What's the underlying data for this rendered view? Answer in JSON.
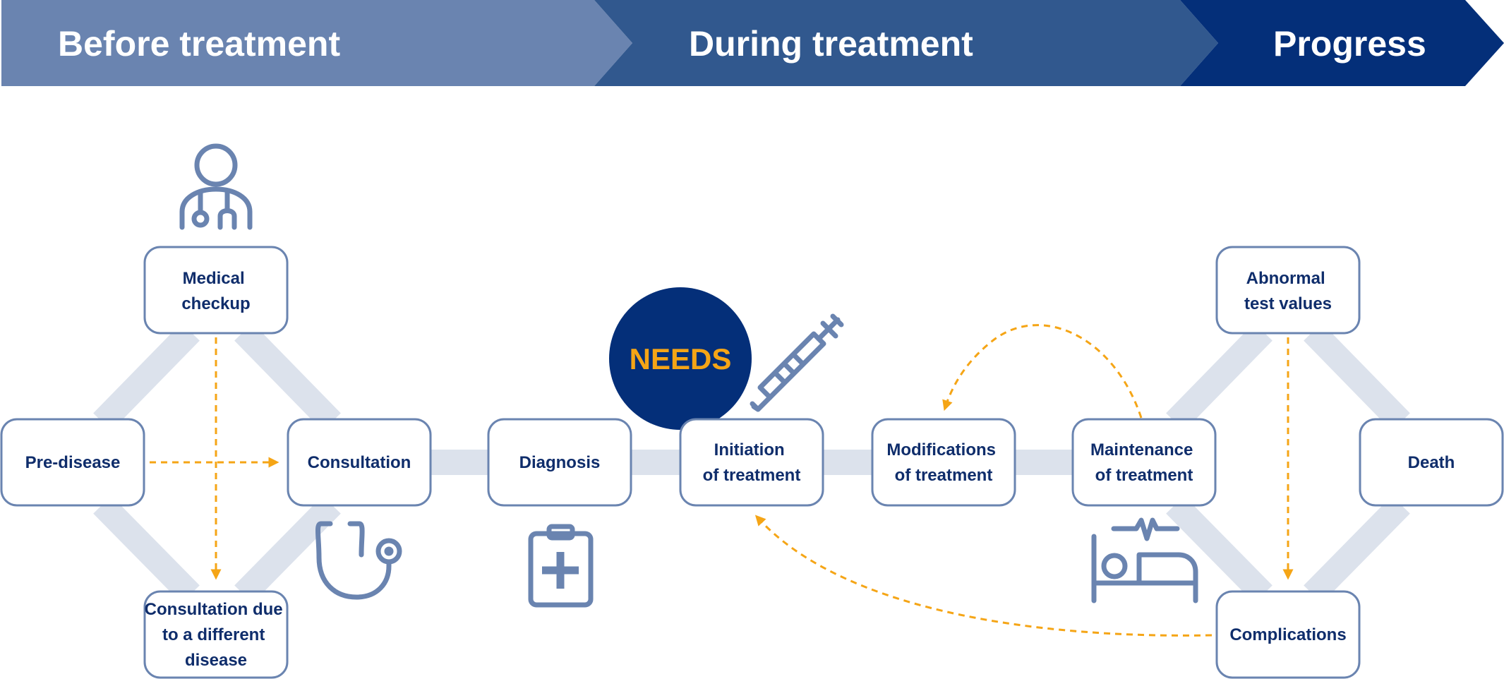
{
  "phases": {
    "before": "Before treatment",
    "during": "During treatment",
    "progress": "Progress"
  },
  "nodes": {
    "medical_checkup": [
      "Medical",
      "checkup"
    ],
    "pre_disease": [
      "Pre-disease"
    ],
    "consultation": [
      "Consultation"
    ],
    "consultation_other": [
      "Consultation due",
      "to a different",
      "disease"
    ],
    "diagnosis": [
      "Diagnosis"
    ],
    "initiation": [
      "Initiation",
      "of treatment"
    ],
    "modifications": [
      "Modifications",
      "of treatment"
    ],
    "maintenance": [
      "Maintenance",
      "of treatment"
    ],
    "abnormal": [
      "Abnormal",
      "test values"
    ],
    "death": [
      "Death"
    ],
    "complications": [
      "Complications"
    ]
  },
  "needs_badge": "NEEDS",
  "colors": {
    "phase_before": "#6a84b0",
    "phase_during": "#31588e",
    "phase_progress": "#042f79",
    "node_border": "#6a84b0",
    "node_text": "#0f2d6b",
    "connector": "#dce2ec",
    "flow_arrow": "#f5a516",
    "needs_circle": "#042f79",
    "needs_text": "#f5a516",
    "icon": "#6a84b0"
  },
  "icons": [
    "doctor-icon",
    "stethoscope-icon",
    "clipboard-icon",
    "syringe-icon",
    "hospital-bed-icon"
  ]
}
